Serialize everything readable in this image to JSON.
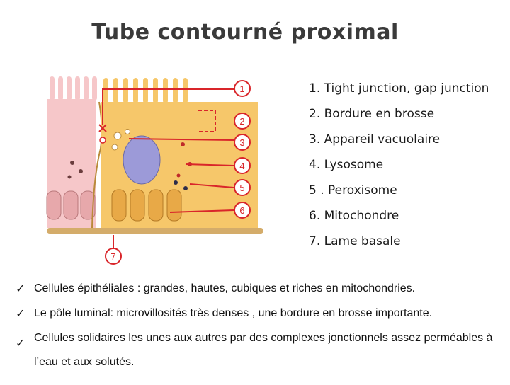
{
  "title": "Tube contourné proximal",
  "diagram": {
    "markers": [
      "1",
      "2",
      "3",
      "4",
      "5",
      "6",
      "7"
    ]
  },
  "legend": [
    "1. Tight junction, gap junction",
    "2. Bordure en brosse",
    "3. Appareil vacuolaire",
    "4. Lysosome",
    "5 . Peroxisome",
    "6. Mitochondre",
    "7. Lame basale"
  ],
  "bullets": [
    "Cellules épithéliales : grandes, hautes, cubiques et riches en mitochondries.",
    "Le pôle luminal: microvillosités très denses , une bordure en brosse importante.",
    "Cellules solidaires les unes aux autres par des complexes jonctionnels assez perméables à l’eau et aux solutés."
  ],
  "colors": {
    "left_cell": "#f6c7c9",
    "right_cell": "#f6c76a",
    "nucleus": "#9c9ad8",
    "basal_lamina": "#d4ac6a",
    "callout": "#d9252a"
  }
}
